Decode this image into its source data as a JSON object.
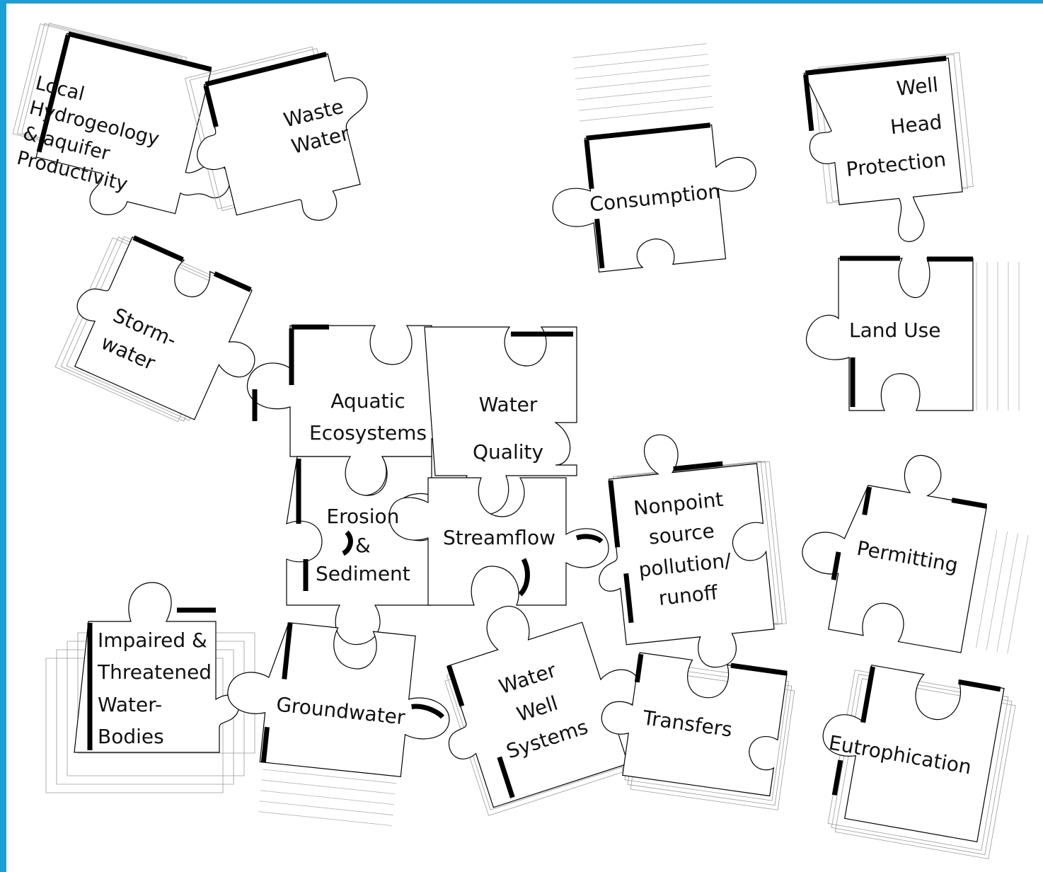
{
  "pieces": {
    "local_hydrogeology": [
      "Local",
      "Hydrogeology",
      "& aquifer",
      "Productivity"
    ],
    "waste_water": [
      "Waste",
      "Water"
    ],
    "consumption": [
      "Consumption"
    ],
    "well_head_protection": [
      "Well",
      "Head",
      "Protection"
    ],
    "land_use": [
      "Land Use"
    ],
    "stormwater": [
      "Storm-",
      "water"
    ],
    "aquatic_ecosystems": [
      "Aquatic",
      "Ecosystems"
    ],
    "water_quality": [
      "Water",
      "Quality"
    ],
    "erosion_sediment": [
      "Erosion",
      "&",
      "Sediment"
    ],
    "streamflow": [
      "Streamflow"
    ],
    "nonpoint_source": [
      "Nonpoint",
      "source",
      "pollution/",
      "runoff"
    ],
    "permitting": [
      "Permitting"
    ],
    "impaired_waterbodies": [
      "Impaired &",
      "Threatened",
      "Water-",
      "Bodies"
    ],
    "groundwater": [
      "Groundwater"
    ],
    "water_well_systems": [
      "Water",
      "Well",
      "Systems"
    ],
    "transfers": [
      "Transfers"
    ],
    "eutrophication": [
      "Eutrophication"
    ]
  },
  "colors": {
    "frame": "#1aa0d8",
    "ink": "#000000",
    "ghost_lines": "#9a9a9a"
  }
}
